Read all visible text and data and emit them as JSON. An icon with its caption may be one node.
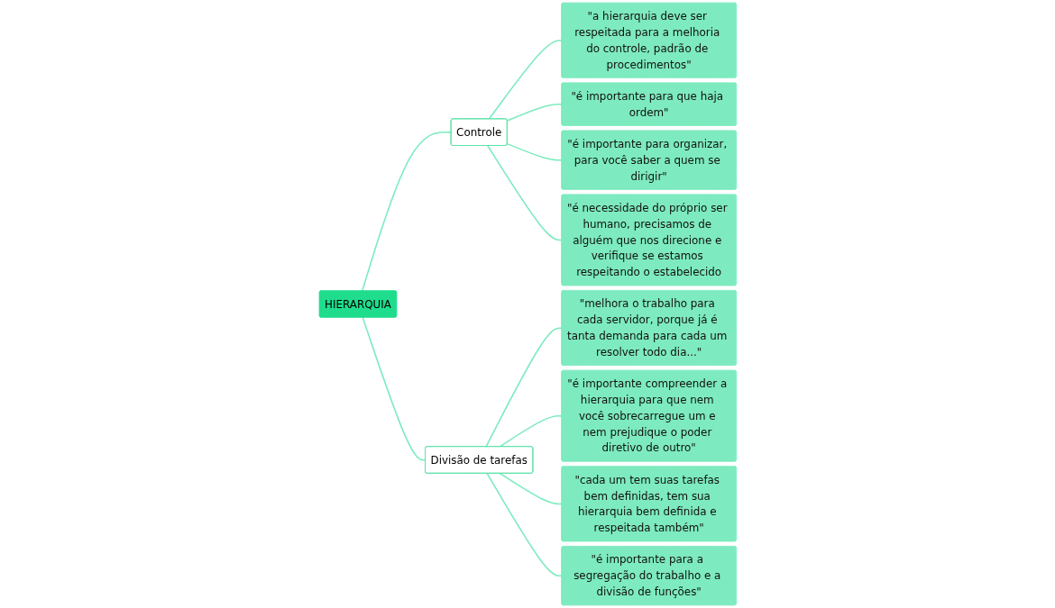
{
  "diagram": {
    "nodes": [
      {
        "text": [
          "HIERARQUIA"
        ]
      },
      {
        "text": [
          "Controle"
        ]
      },
      {
        "text": [
          "\"a hierarquia deve ser respeitada para a melhoria do controle, padrão de procedimentos\""
        ]
      },
      {
        "text": [
          "\"é importante para que haja ordem\""
        ]
      },
      {
        "text": [
          "\"é importante para organizar, para você saber a quem se dirigir\""
        ]
      },
      {
        "text": [
          "\"é necessidade do próprio ser humano, precisamos de alguém que nos direcione e verifique se estamos respeitando o estabelecido"
        ]
      },
      {
        "text": [
          "Divisão de tarefas"
        ]
      },
      {
        "text": [
          "\"melhora o trabalho para cada servidor, porque já é tanta demanda para cada um resolver todo dia...\""
        ]
      },
      {
        "text": [
          "\"é importante compreender a hierarquia para que nem você sobrecarregue um e nem prejudique o poder diretivo de outro\""
        ]
      },
      {
        "text": [
          "\"cada um tem suas tarefas bem definidas, tem sua hierarquia bem definida e respeitada também\""
        ]
      },
      {
        "text": [
          "\"é importante para a segregação do trabalho e a divisão de funções\""
        ]
      }
    ],
    "edges": [
      {
        "from": 0,
        "to": 1,
        "arrow": "none"
      },
      {
        "from": 1,
        "to": 2,
        "arrow": "none"
      },
      {
        "from": 1,
        "to": 3,
        "arrow": "none"
      },
      {
        "from": 1,
        "to": 4,
        "arrow": "none"
      },
      {
        "from": 1,
        "to": 5,
        "arrow": "none"
      },
      {
        "from": 0,
        "to": 6,
        "arrow": "none"
      },
      {
        "from": 6,
        "to": 7,
        "arrow": "none"
      },
      {
        "from": 6,
        "to": 8,
        "arrow": "none"
      },
      {
        "from": 6,
        "to": 9,
        "arrow": "none"
      },
      {
        "from": 6,
        "to": 10,
        "arrow": "none"
      }
    ]
  }
}
